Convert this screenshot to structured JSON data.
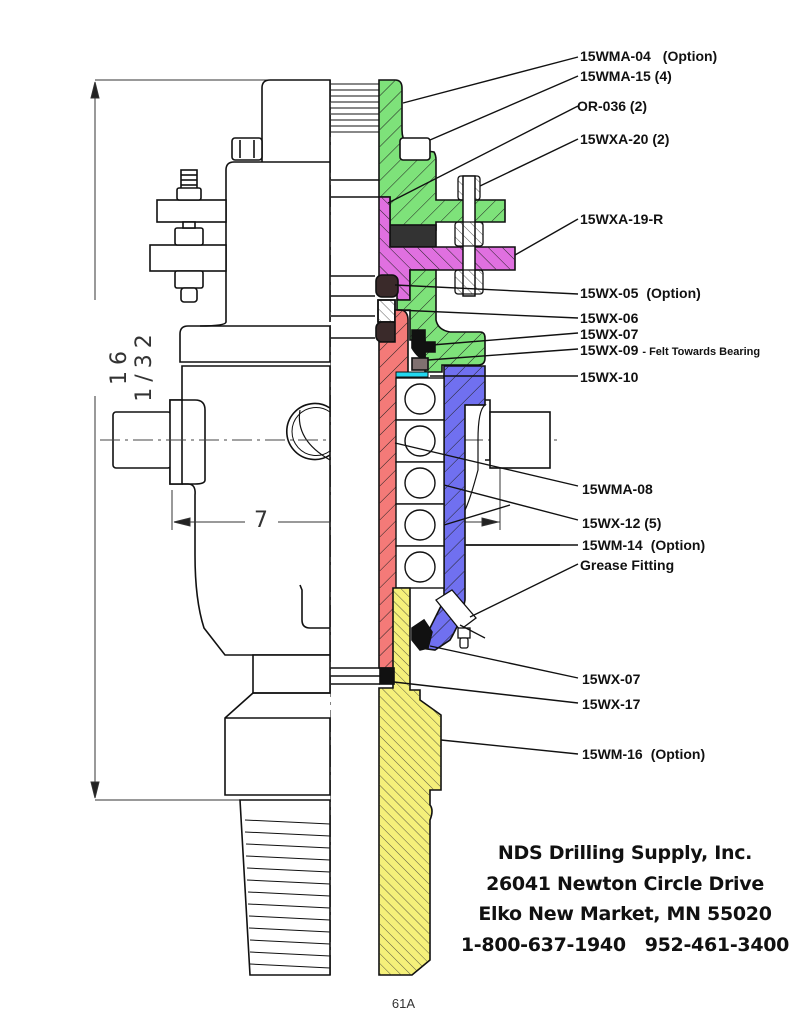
{
  "diagram": {
    "title": "Swivel assembly cross-section",
    "dimensions": {
      "height": "16 1/32",
      "width": "7"
    },
    "part_colors": {
      "green_housing": "#7ee27a",
      "magenta_flange": "#e070e0",
      "red_stem": "#f47a78",
      "blue_sleeve": "#7070f0",
      "yellow_sub": "#f5f07a",
      "cyan_washer": "#22d8f0",
      "dark_seal": "#333333"
    },
    "callouts": [
      {
        "part": "15WMA-04",
        "note": "(Option)"
      },
      {
        "part": "15WMA-15 (4)",
        "note": ""
      },
      {
        "part": "OR-036 (2)",
        "note": ""
      },
      {
        "part": "15WXA-20 (2)",
        "note": ""
      },
      {
        "part": "15WXA-19-R",
        "note": ""
      },
      {
        "part": "15WX-05",
        "note": "(Option)"
      },
      {
        "part": "15WX-06",
        "note": ""
      },
      {
        "part": "15WX-07",
        "note": ""
      },
      {
        "part": "15WX-09",
        "note": "- Felt Towards Bearing"
      },
      {
        "part": "15WX-10",
        "note": ""
      },
      {
        "part": "15WMA-08",
        "note": ""
      },
      {
        "part": "15WX-12 (5)",
        "note": ""
      },
      {
        "part": "15WM-14",
        "note": "(Option)"
      },
      {
        "part": "Grease Fitting",
        "note": ""
      },
      {
        "part": "15WX-07",
        "note": ""
      },
      {
        "part": "15WX-17",
        "note": ""
      },
      {
        "part": "15WM-16",
        "note": "(Option)"
      }
    ]
  },
  "company": {
    "name": "NDS Drilling Supply, Inc.",
    "street": "26041 Newton Circle Drive",
    "city": "Elko New Market, MN 55020",
    "phones": "1-800-637-1940   952-461-3400"
  },
  "page_number": "61A"
}
